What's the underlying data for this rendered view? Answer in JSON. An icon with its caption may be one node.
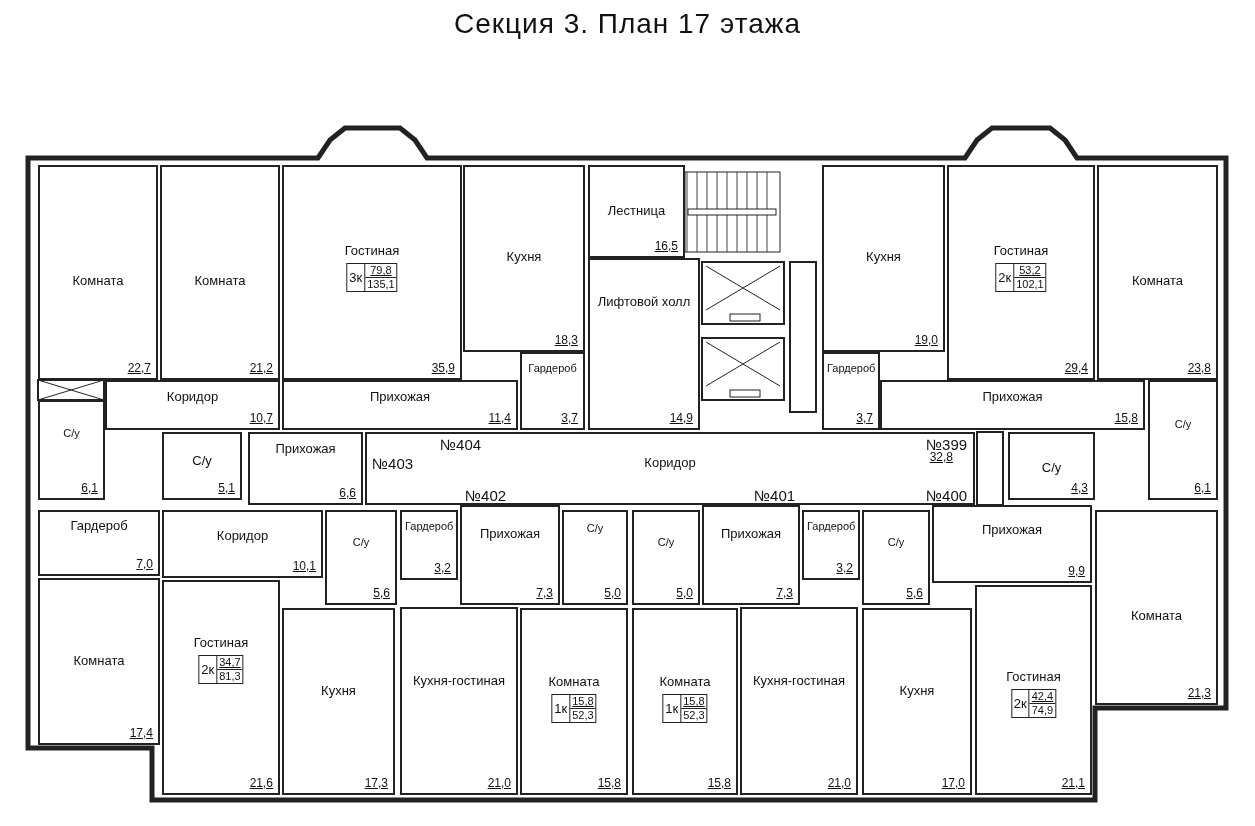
{
  "diagram": {
    "title": "Секция 3. План 17 этажа",
    "nodes": [
      {
        "text": [
          "Комната",
          "22,7"
        ]
      },
      {
        "text": [
          "Комната",
          "21,2"
        ]
      },
      {
        "text": [
          "Гостиная",
          "35,9"
        ]
      },
      {
        "text": [
          "3к",
          "79,8",
          "135,1"
        ],
        "in": 2
      },
      {
        "text": [
          "Кухня",
          "18,3"
        ]
      },
      {
        "text": [
          "Лестница",
          "16,5"
        ]
      },
      {
        "text": [
          "Лифтовой холл",
          "14,9"
        ]
      },
      {
        "text": [
          "Кухня",
          "19,0"
        ]
      },
      {
        "text": [
          "Гостиная",
          "29,4"
        ]
      },
      {
        "text": [
          "2к",
          "53,2",
          "102,1"
        ],
        "in": 8
      },
      {
        "text": [
          "Комната",
          "23,8"
        ]
      },
      {
        "text": [
          "Коридор",
          "10,7"
        ]
      },
      {
        "text": [
          "Прихожая",
          "11,4"
        ]
      },
      {
        "text": [
          "Гардероб",
          "3,7"
        ]
      },
      {
        "text": [
          "Гардероб",
          "3,7"
        ]
      },
      {
        "text": [
          "Прихожая",
          "15,8"
        ]
      },
      {
        "text": [
          "С/у",
          "6,1"
        ]
      },
      {
        "text": [
          "С/у",
          "5,1"
        ]
      },
      {
        "text": [
          "Прихожая",
          "6,6"
        ]
      },
      {
        "text": [
          "Коридор",
          "32,8"
        ]
      },
      {
        "text": [
          "С/у",
          "4,3"
        ]
      },
      {
        "text": [
          "С/у",
          "6,1"
        ]
      },
      {
        "text": [
          "Гардероб",
          "7,0"
        ]
      },
      {
        "text": [
          "Коридор",
          "10,1"
        ]
      },
      {
        "text": [
          "С/у",
          "5,6"
        ]
      },
      {
        "text": [
          "Гардероб",
          "3,2"
        ]
      },
      {
        "text": [
          "Прихожая",
          "7,3"
        ]
      },
      {
        "text": [
          "С/у",
          "5,0"
        ]
      },
      {
        "text": [
          "С/у",
          "5,0"
        ]
      },
      {
        "text": [
          "Прихожая",
          "7,3"
        ]
      },
      {
        "text": [
          "Гардероб",
          "3,2"
        ]
      },
      {
        "text": [
          "С/у",
          "5,6"
        ]
      },
      {
        "text": [
          "Прихожая",
          "9,9"
        ]
      },
      {
        "text": [
          "Комната",
          "17,4"
        ]
      },
      {
        "text": [
          "Гостиная",
          "21,6"
        ]
      },
      {
        "text": [
          "2к",
          "34,7",
          "81,3"
        ],
        "in": 34
      },
      {
        "text": [
          "Кухня",
          "17,3"
        ]
      },
      {
        "text": [
          "Кухня-гостиная",
          "21,0"
        ]
      },
      {
        "text": [
          "Комната",
          "15,8"
        ]
      },
      {
        "text": [
          "1к",
          "15,8",
          "52,3"
        ],
        "in": 38
      },
      {
        "text": [
          "Комната",
          "15,8"
        ]
      },
      {
        "text": [
          "1к",
          "15,8",
          "52,3"
        ],
        "in": 40
      },
      {
        "text": [
          "Кухня-гостиная",
          "21,0"
        ]
      },
      {
        "text": [
          "Кухня",
          "17,0"
        ]
      },
      {
        "text": [
          "Гостиная",
          "21,1"
        ]
      },
      {
        "text": [
          "2к",
          "42,4",
          "74,9"
        ],
        "in": 44
      },
      {
        "text": [
          "Комната",
          "21,3"
        ]
      }
    ],
    "labels": [
      "№404",
      "№399",
      "№403",
      "№402",
      "№401",
      "№400"
    ]
  }
}
